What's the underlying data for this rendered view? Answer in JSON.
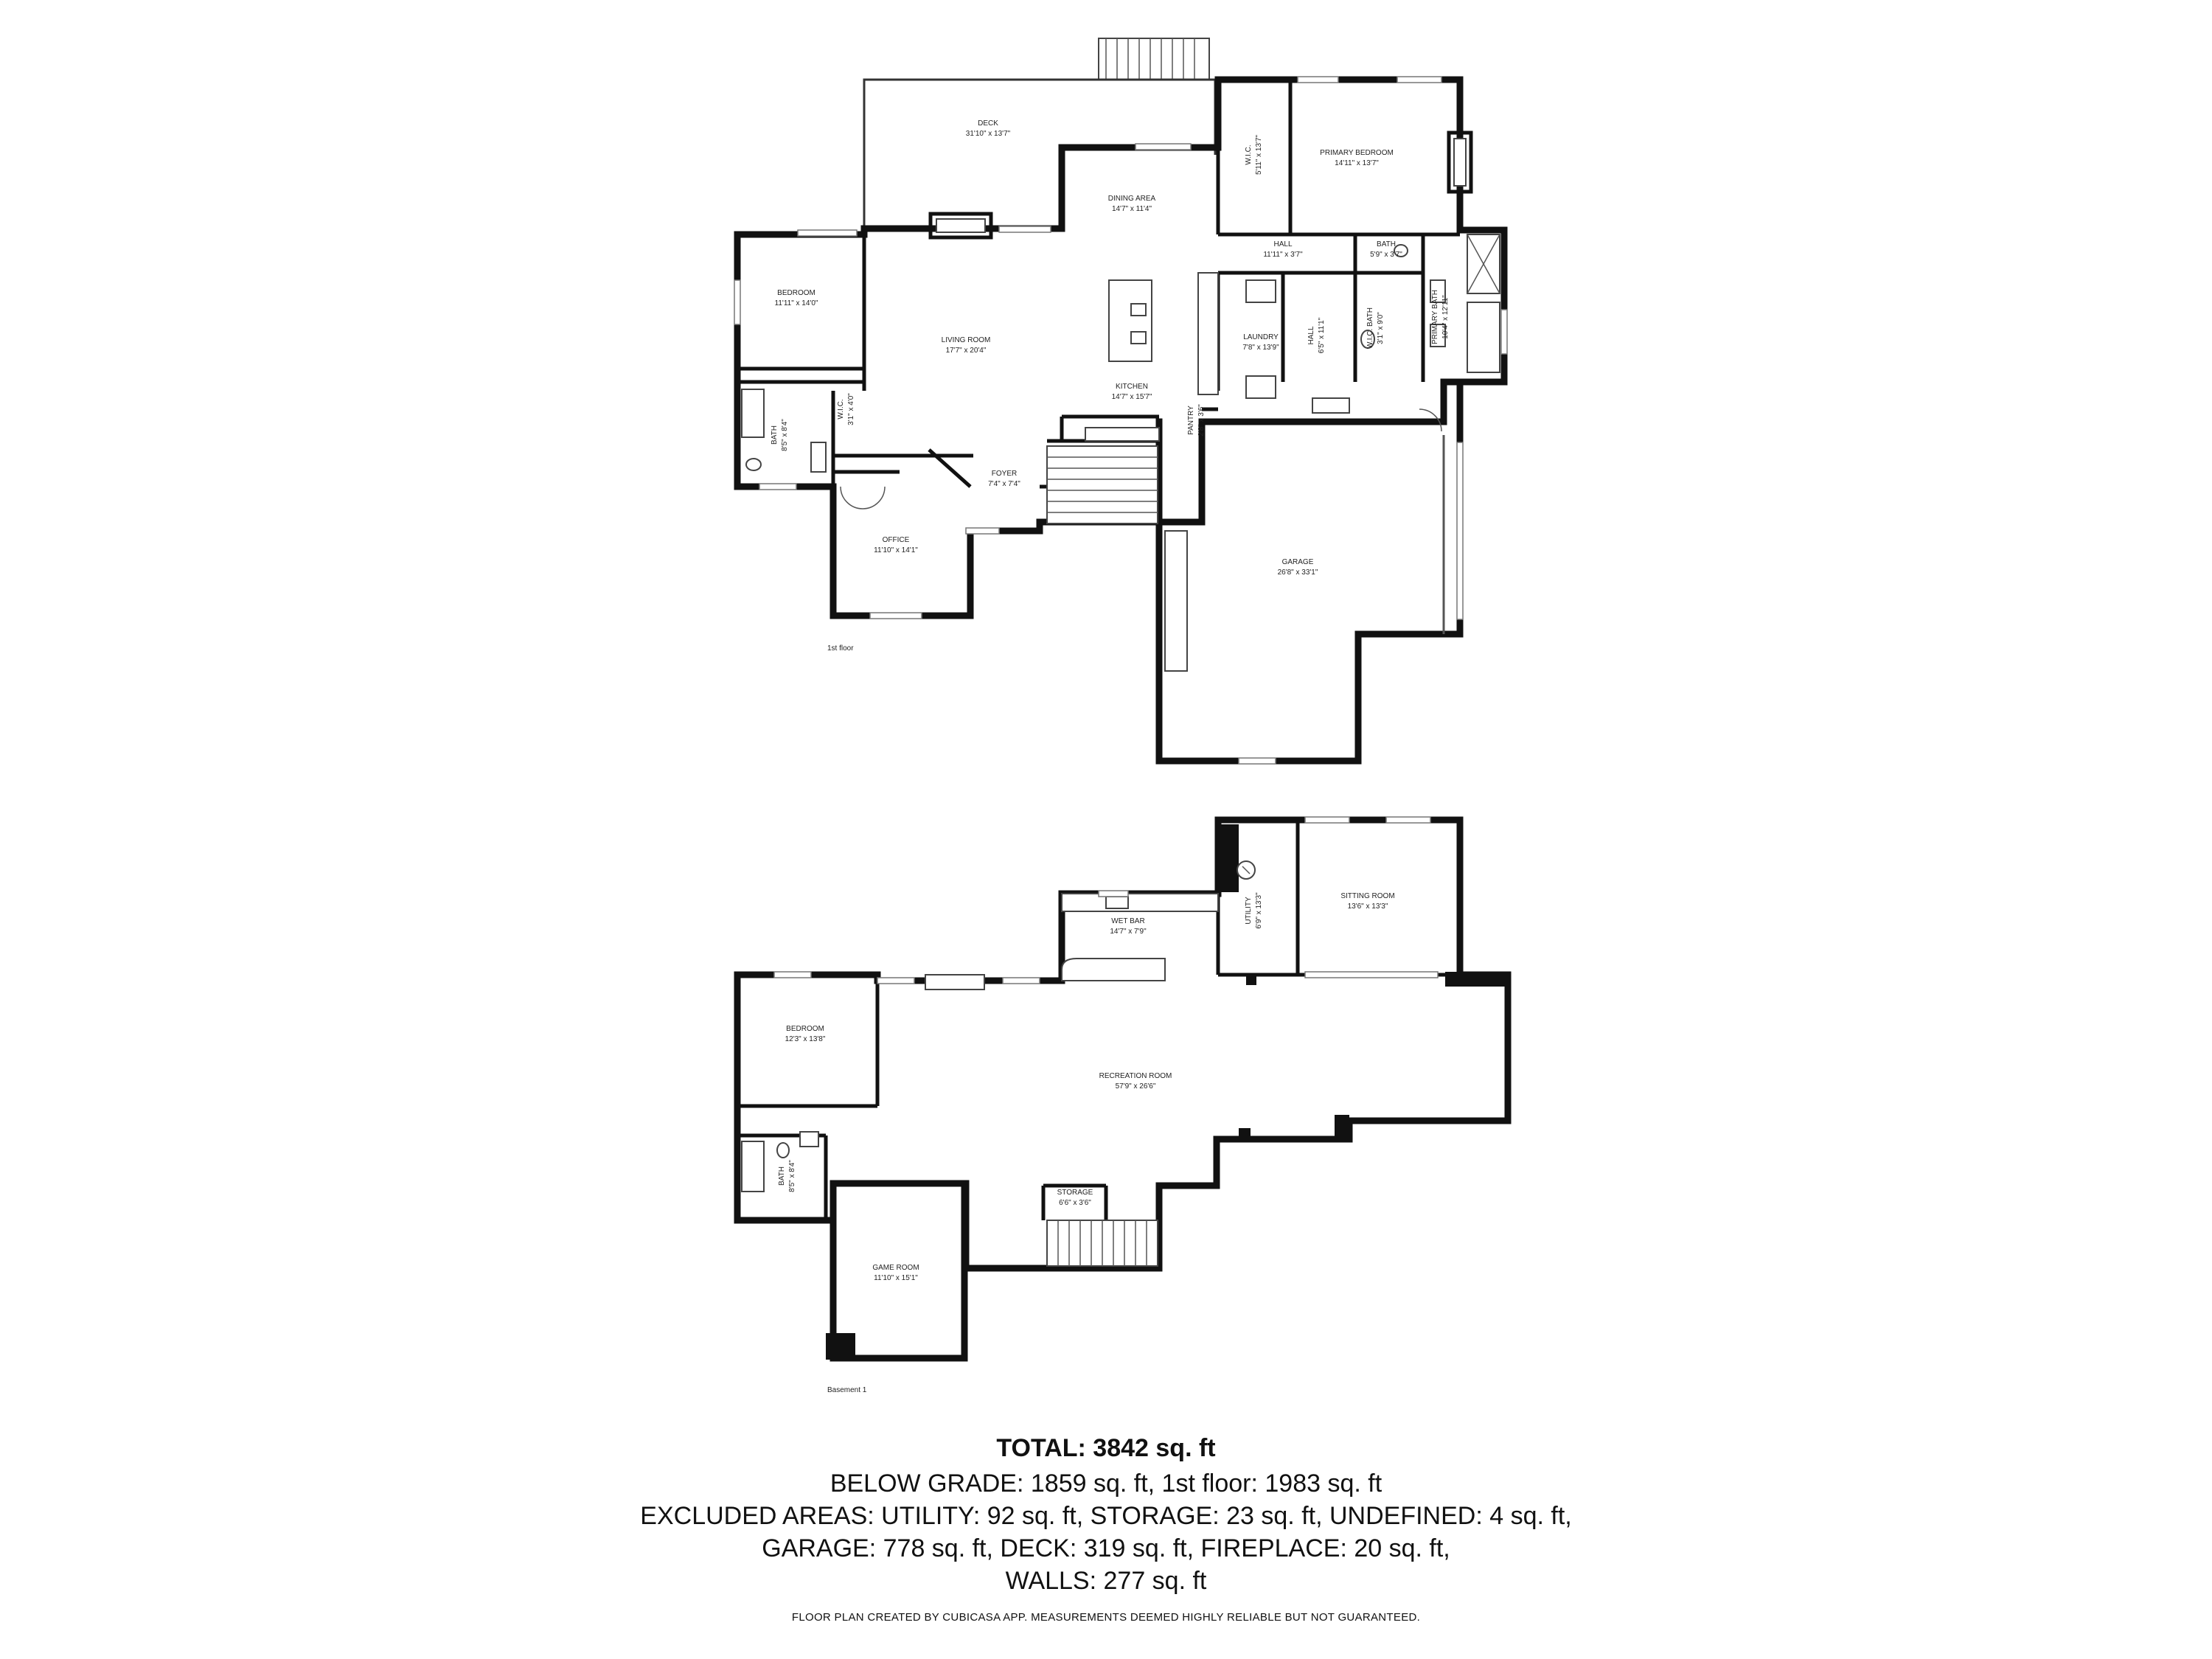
{
  "floors": [
    {
      "name": "1st floor",
      "rooms": [
        {
          "id": "deck",
          "name": "DECK",
          "dims": "31'10\" x 13'7\""
        },
        {
          "id": "primary-bedroom",
          "name": "PRIMARY BEDROOM",
          "dims": "14'11\" x 13'7\""
        },
        {
          "id": "wic",
          "name": "W.I.C.",
          "dims": "5'11\" x 13'7\""
        },
        {
          "id": "dining-area",
          "name": "DINING AREA",
          "dims": "14'7\" x 11'4\""
        },
        {
          "id": "hall-upper",
          "name": "HALL",
          "dims": "11'11\" x 3'7\""
        },
        {
          "id": "bath-small",
          "name": "BATH",
          "dims": "5'9\" x 3'7\""
        },
        {
          "id": "bedroom-1",
          "name": "BEDROOM",
          "dims": "11'11\" x 14'0\""
        },
        {
          "id": "living-room",
          "name": "LIVING ROOM",
          "dims": "17'7\" x 20'4\""
        },
        {
          "id": "laundry",
          "name": "LAUNDRY",
          "dims": "7'8\" x 13'9\""
        },
        {
          "id": "hall-mid",
          "name": "HALL",
          "dims": "6'5\" x 11'1\""
        },
        {
          "id": "wic-bath",
          "name": "W.I.C. BATH",
          "dims": "3'1\" x 9'0\""
        },
        {
          "id": "primary-bath",
          "name": "PRIMARY BATH",
          "dims": "10'4\" x 12'11\""
        },
        {
          "id": "kitchen",
          "name": "KITCHEN",
          "dims": "14'7\" x 15'7\""
        },
        {
          "id": "bath-1",
          "name": "BATH",
          "dims": "8'5\" x 8'4\""
        },
        {
          "id": "wic-small",
          "name": "W.I.C.",
          "dims": "3'1\" x 4'0\""
        },
        {
          "id": "pantry",
          "name": "PANTRY",
          "dims": "2'8\" x 3'6\""
        },
        {
          "id": "foyer",
          "name": "FOYER",
          "dims": "7'4\" x 7'4\""
        },
        {
          "id": "office",
          "name": "OFFICE",
          "dims": "11'10\" x 14'1\""
        },
        {
          "id": "garage",
          "name": "GARAGE",
          "dims": "26'8\" x 33'1\""
        }
      ]
    },
    {
      "name": "Basement 1",
      "rooms": [
        {
          "id": "utility",
          "name": "UTILITY",
          "dims": "6'9\" x 13'3\""
        },
        {
          "id": "sitting-room",
          "name": "SITTING ROOM",
          "dims": "13'6\" x 13'3\""
        },
        {
          "id": "wet-bar",
          "name": "WET BAR",
          "dims": "14'7\" x 7'9\""
        },
        {
          "id": "bedroom-b",
          "name": "BEDROOM",
          "dims": "12'3\" x 13'8\""
        },
        {
          "id": "recreation-room",
          "name": "RECREATION ROOM",
          "dims": "57'9\" x 26'6\""
        },
        {
          "id": "bath-b",
          "name": "BATH",
          "dims": "8'5\" x 8'4\""
        },
        {
          "id": "storage",
          "name": "STORAGE",
          "dims": "6'6\" x 3'6\""
        },
        {
          "id": "game-room",
          "name": "GAME ROOM",
          "dims": "11'10\" x 15'1\""
        }
      ]
    }
  ],
  "summary": {
    "total": "TOTAL: 3842 sq. ft",
    "line1": "BELOW GRADE: 1859 sq. ft, 1st floor: 1983 sq. ft",
    "line2": "EXCLUDED AREAS: UTILITY: 92 sq. ft, STORAGE: 23 sq. ft, UNDEFINED: 4 sq. ft,",
    "line3": "GARAGE: 778 sq. ft, DECK: 319 sq. ft, FIREPLACE: 20 sq. ft,",
    "line4": "WALLS: 277 sq. ft"
  },
  "disclaimer": "FLOOR PLAN CREATED BY CUBICASA APP. MEASUREMENTS DEEMED HIGHLY RELIABLE BUT NOT GUARANTEED."
}
